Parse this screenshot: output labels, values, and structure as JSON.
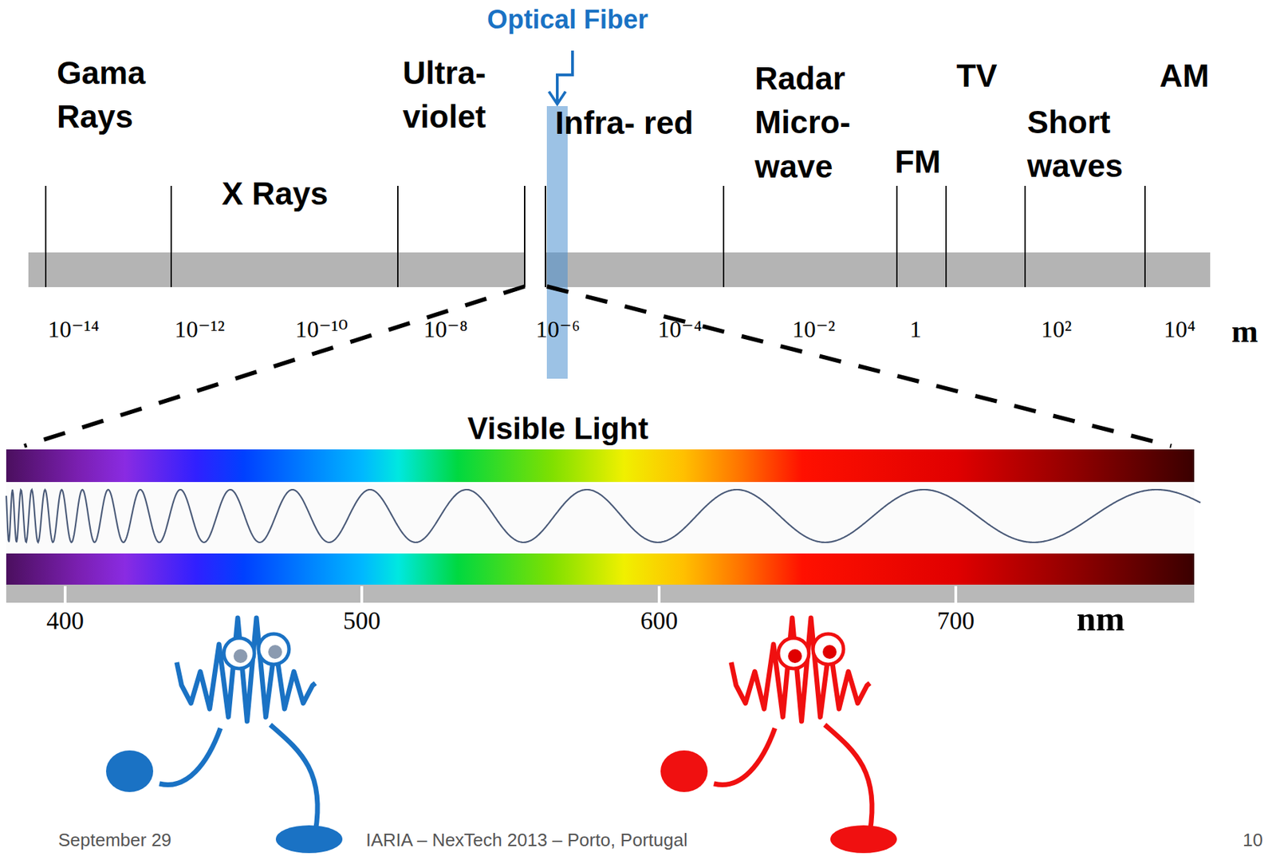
{
  "diagram": {
    "labels": [
      "Optical Fiber",
      "Gama Rays",
      "Ultra- violet",
      "Infra- red",
      "Radar Micro- wave",
      "TV",
      "AM",
      "Short waves",
      "FM",
      "X Rays",
      "10⁻¹⁴",
      "10⁻¹²",
      "10⁻¹⁰",
      "10⁻⁸",
      "10⁻⁶",
      "10⁻⁴",
      "10⁻²",
      "1",
      "10²",
      "10⁴",
      "m",
      "Visible Light",
      "400",
      "500",
      "600",
      "700",
      "nm",
      "September 29",
      "IARIA – NexTech 2013 – Porto, Portugal",
      "10"
    ]
  }
}
